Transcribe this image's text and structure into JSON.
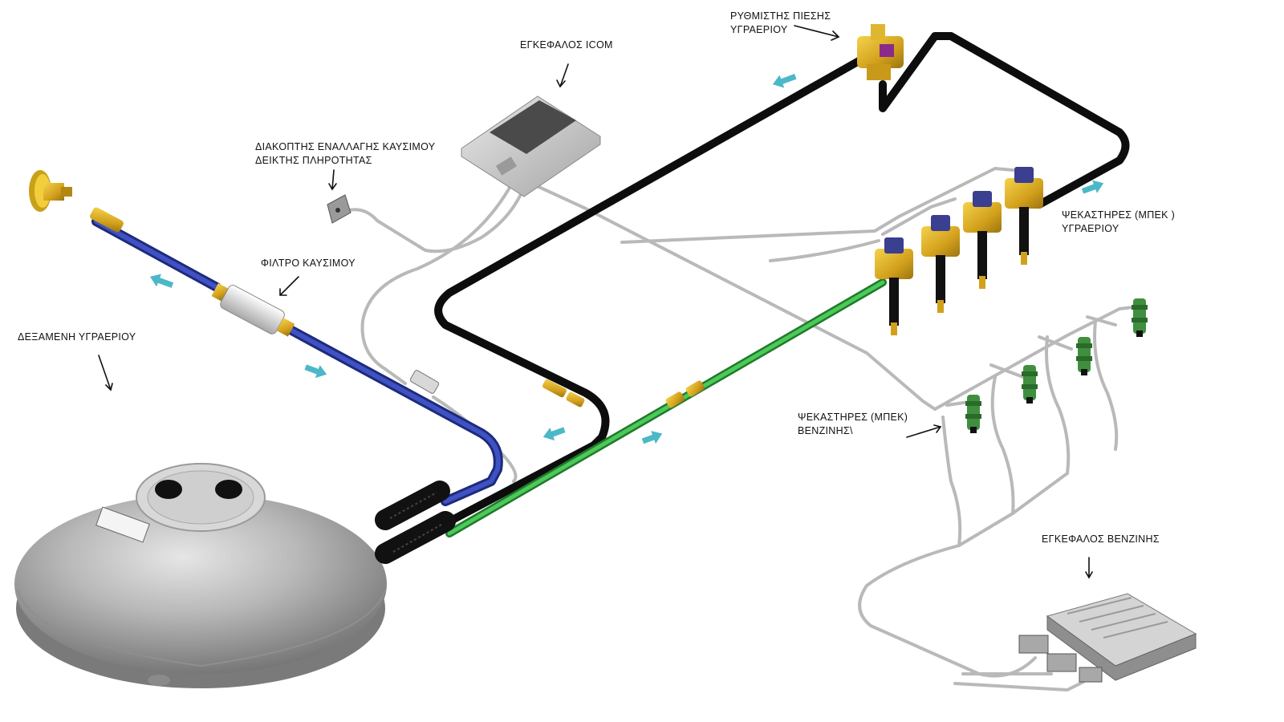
{
  "labels": {
    "regulator": [
      "ΡΥΘΜΙΣΤΗΣ ΠΙΕΣΗΣ",
      "ΥΓΡΑΕΡΙΟΥ"
    ],
    "icom_ecu": "ΕΓΚΕΦΑΛΟΣ ICOM",
    "switch": [
      "ΔΙΑΚΟΠΤΗΣ ΕΝΑΛΛΑΓΗΣ ΚΑΥΣΙΜΟΥ",
      "ΔΕΙΚΤΗΣ ΠΛΗΡΟΤΗΤΑΣ"
    ],
    "fuel_filter": "ΦΙΛΤΡΟ ΚΑΥΣΙΜΟΥ",
    "lpg_tank": "ΔΕΞΑΜΕΝΗ ΥΓΡΑΕΡΙΟΥ",
    "lpg_injectors": [
      "ΨΕΚΑΣΤΗΡΕΣ (ΜΠΕΚ )",
      "ΥΓΡΑΕΡΙΟΥ"
    ],
    "petrol_injectors": [
      "ΨΕΚΑΣΤΗΡΕΣ (ΜΠΕΚ)",
      "ΒΕΝΖΙΝΗΣ\\"
    ],
    "petrol_ecu": "ΕΓΚΕΦΑΛΟΣ ΒΕΝΖΙΝΗΣ"
  },
  "components": [
    "filler-valve",
    "fuel-filter",
    "lpg-tank",
    "icom-ecu",
    "switch-indicator",
    "pressure-regulator",
    "lpg-injector-rail",
    "petrol-injector-harness",
    "petrol-ecu"
  ],
  "colors": {
    "feed_line": "#2f3f9f",
    "return_line": "#111111",
    "gas_line": "#3db54a",
    "wiring": "#b9b9b9",
    "flow_arrow": "#4bb8c8",
    "brass": "#d8a820",
    "solenoid": "#3a3f8f",
    "tank": "#a9a9a9",
    "petrol_injector": "#3f8f3f"
  }
}
